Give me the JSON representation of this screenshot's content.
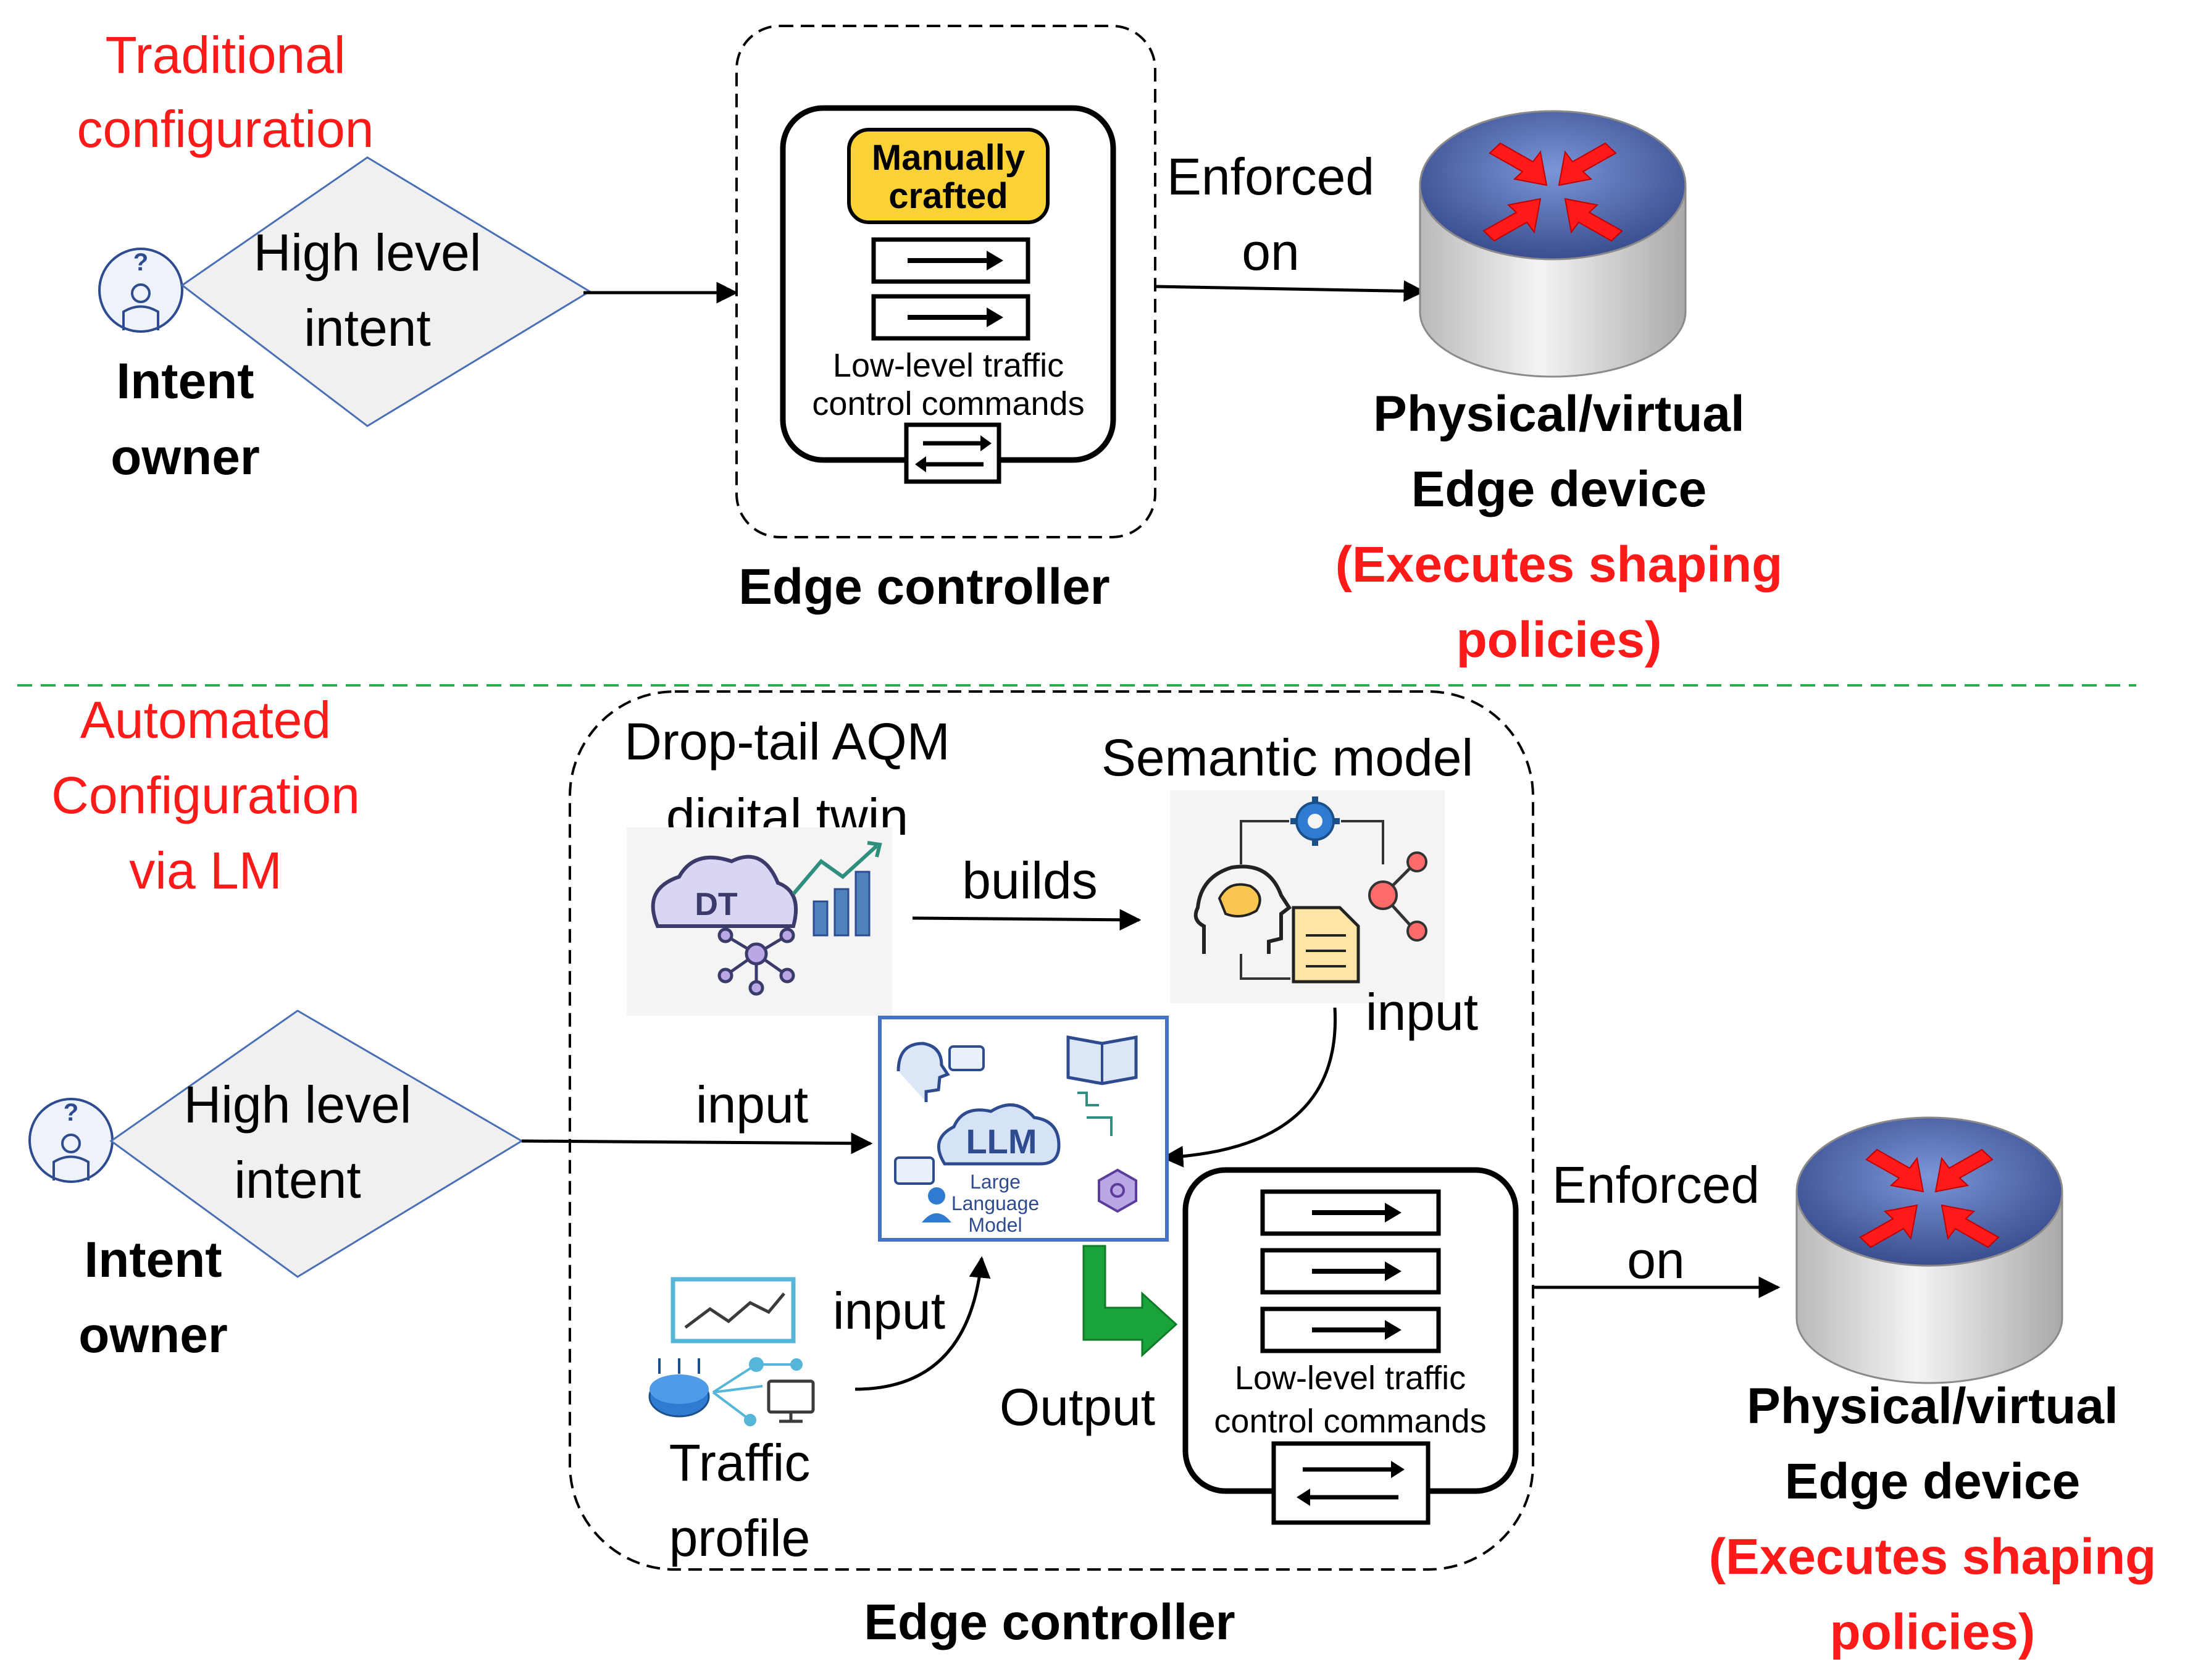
{
  "top": {
    "section_title": [
      "Traditional",
      "configuration"
    ],
    "owner_label": [
      "Intent",
      "owner"
    ],
    "intent_text": [
      "High level",
      "intent"
    ],
    "controller_label": "Edge controller",
    "manual_box": [
      "Manually",
      "crafted"
    ],
    "commands_label": [
      "Low-level traffic",
      "control commands"
    ],
    "enforced_label": [
      "Enforced",
      "on"
    ],
    "device_label": [
      "Physical/virtual",
      "Edge device"
    ],
    "device_note": [
      "(Executes shaping",
      "policies)"
    ]
  },
  "bottom": {
    "section_title": [
      "Automated",
      "Configuration",
      "via LM"
    ],
    "owner_label": [
      "Intent",
      "owner"
    ],
    "intent_text": [
      "High level",
      "intent"
    ],
    "dt_label": [
      "Drop-tail AQM",
      "digital twin"
    ],
    "dt_icon_text": "DT",
    "semantic_label": "Semantic model",
    "builds_label": "builds",
    "input_label_semantic": "input",
    "input_label_intent": "input",
    "input_label_traffic": "input",
    "llm_text": "LLM",
    "llm_sub": [
      "Large",
      "Language",
      "Model"
    ],
    "traffic_label": [
      "Traffic",
      "profile"
    ],
    "output_label": "Output",
    "commands_label": [
      "Low-level traffic",
      "control commands"
    ],
    "enforced_label": [
      "Enforced",
      "on"
    ],
    "controller_label": "Edge controller",
    "device_label": [
      "Physical/virtual",
      "Edge device"
    ],
    "device_note": [
      "(Executes shaping",
      "policies)"
    ]
  },
  "colors": {
    "accent_red": "#ff1a1a",
    "manual_yellow": "#fbd235",
    "divider_green": "#22b14c",
    "output_arrow_green": "#1aa33a",
    "llm_border": "#4472c4",
    "diamond_fill": "#f0f0f0",
    "router_top": "#5b79c0"
  }
}
